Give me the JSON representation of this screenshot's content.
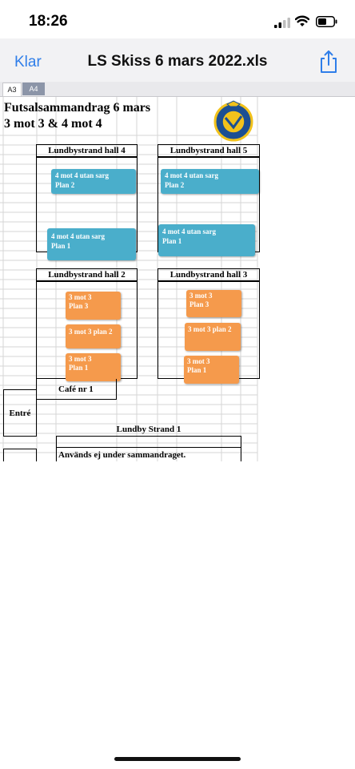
{
  "status_bar": {
    "time": "18:26"
  },
  "nav": {
    "done_label": "Klar",
    "title": "LS Skiss 6 mars 2022.xls"
  },
  "sheet_tabs": [
    {
      "label": "A3",
      "selected": false
    },
    {
      "label": "A4",
      "selected": true
    }
  ],
  "sheet": {
    "title_line1": "Futsalsammandrag 6 mars",
    "title_line2": "3 mot 3 & 4 mot 4",
    "halls": {
      "hall4": {
        "title": "Lundbystrand hall 4",
        "plans": [
          {
            "line1": "4 mot 4 utan sarg",
            "line2": "Plan 2"
          },
          {
            "line1": "4 mot 4 utan sarg",
            "line2": "Plan 1"
          }
        ]
      },
      "hall5": {
        "title": "Lundbystrand hall 5",
        "plans": [
          {
            "line1": "4 mot 4 utan sarg",
            "line2": "Plan 2"
          },
          {
            "line1": "4 mot 4 utan sarg",
            "line2": "Plan 1"
          }
        ]
      },
      "hall2": {
        "title": "Lundbystrand hall 2",
        "plans": [
          {
            "line1": "3 mot 3",
            "line2": "Plan 3"
          },
          {
            "line1": "3 mot 3 plan 2",
            "line2": ""
          },
          {
            "line1": "3 mot 3",
            "line2": "Plan 1"
          }
        ]
      },
      "hall3": {
        "title": "Lundbystrand hall 3",
        "plans": [
          {
            "line1": "3 mot 3",
            "line2": "Plan 3"
          },
          {
            "line1": "3 mot 3 plan 2",
            "line2": ""
          },
          {
            "line1": "3 mot 3",
            "line2": "Plan 1"
          }
        ]
      }
    },
    "cafe": "Café nr 1",
    "entrance": "Entré",
    "strand_title": "Lundby Strand 1",
    "strand_note": "Används ej under sammandraget."
  },
  "colors": {
    "accent": "#2f7ee9",
    "blue_plan": "#4aaecb",
    "orange_plan": "#f59a4c",
    "tab_selected": "#8c95a8"
  },
  "icons": {
    "signal": "cellular-signal-icon",
    "wifi": "wifi-icon",
    "battery": "battery-icon",
    "share": "share-icon",
    "logo": "club-crest-logo"
  }
}
